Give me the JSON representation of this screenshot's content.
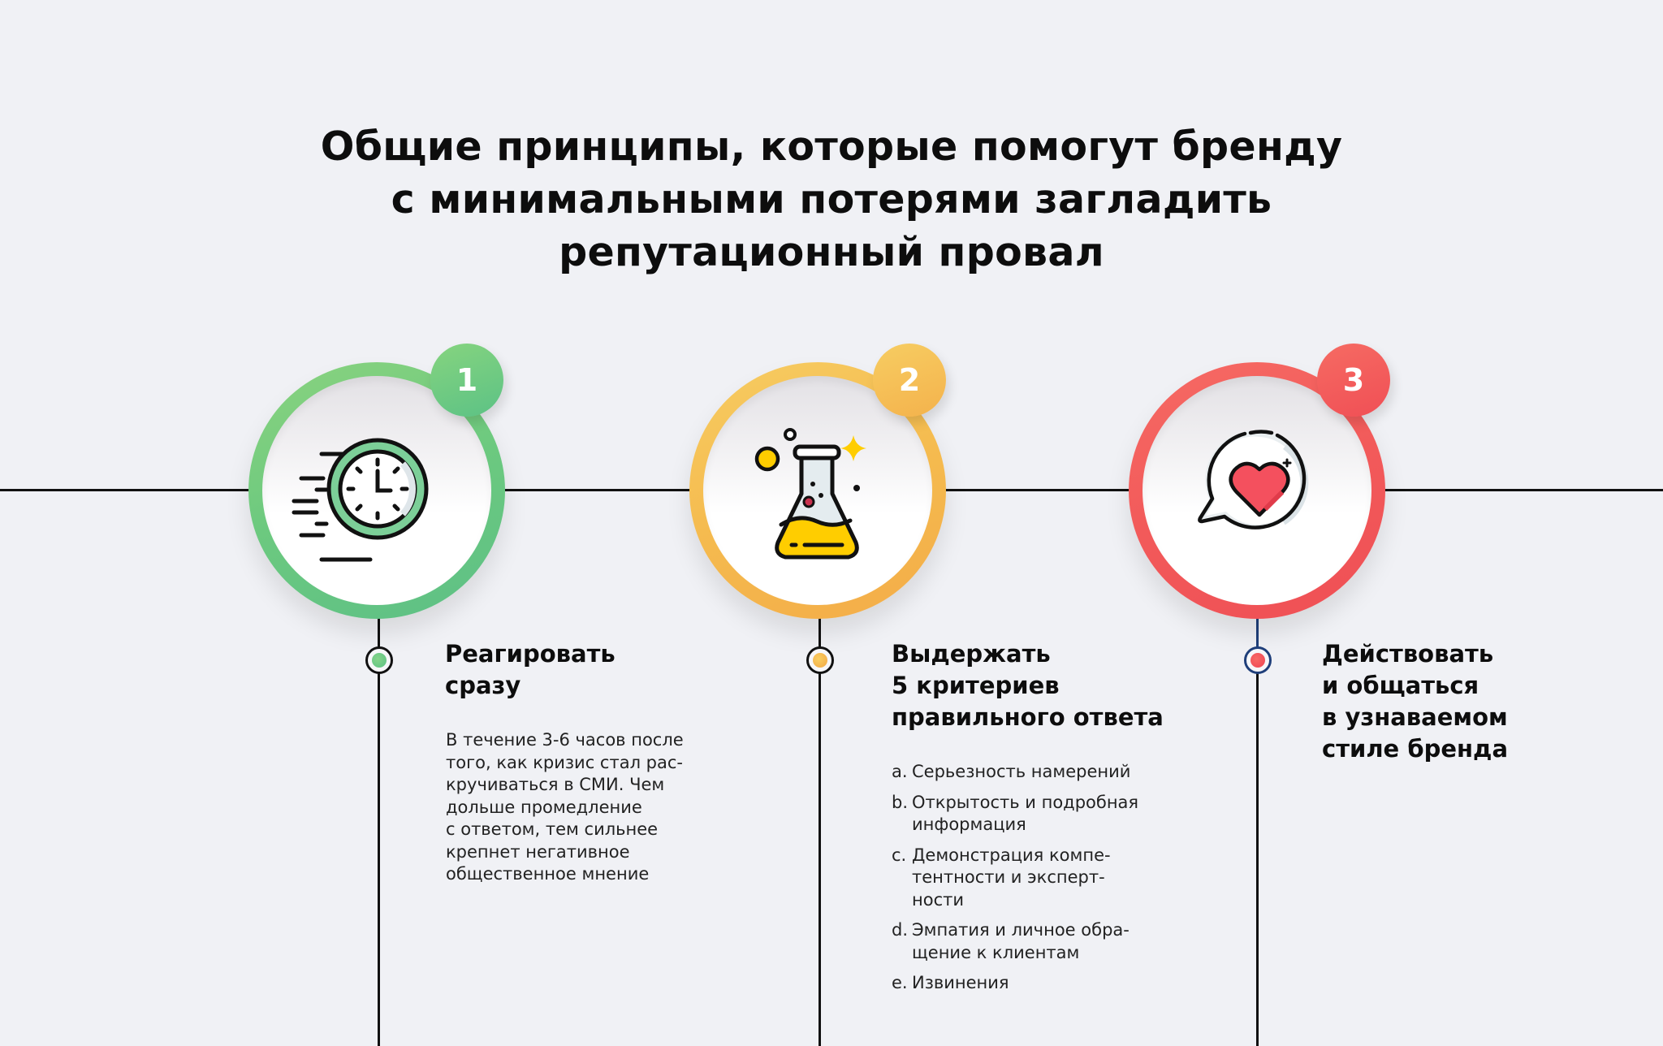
{
  "title": {
    "lines": [
      "Общие принципы, которые помогут бренду",
      "с минимальными потерями загладить",
      "репутационный провал"
    ]
  },
  "colors": {
    "background": "#f0f1f5",
    "green": "#6cc97f",
    "yellow": "#f5bb4f",
    "red": "#f25a5a",
    "navy": "#1f3f7a",
    "line": "#111111"
  },
  "steps": [
    {
      "number": "1",
      "icon": "fast-clock-icon",
      "color": "#6cc97f",
      "heading": [
        "Реагировать",
        "сразу"
      ],
      "body": [
        "В течение 3-6 часов после",
        "того, как кризис стал рас-",
        "кручиваться в СМИ. Чем",
        "дольше промедление",
        "с ответом, тем сильнее",
        "крепнет негативное",
        "общественное мнение"
      ]
    },
    {
      "number": "2",
      "icon": "flask-icon",
      "color": "#f5bb4f",
      "heading": [
        "Выдержать",
        "5 критериев",
        "правильного ответа"
      ],
      "criteria": [
        {
          "marker": "a.",
          "lines": [
            "Серьезность намерений"
          ]
        },
        {
          "marker": "b.",
          "lines": [
            "Открытость и подробная",
            "информация"
          ]
        },
        {
          "marker": "c.",
          "lines": [
            "Демонстрация компе-",
            "тентности и эксперт-",
            "ности"
          ]
        },
        {
          "marker": "d.",
          "lines": [
            "Эмпатия и личное обра-",
            "щение к клиентам"
          ]
        },
        {
          "marker": "e.",
          "lines": [
            "Извинения"
          ]
        }
      ]
    },
    {
      "number": "3",
      "icon": "heart-chat-icon",
      "color": "#f25a5a",
      "heading": [
        "Действовать",
        "и общаться",
        "в узнаваемом",
        "стиле бренда"
      ]
    }
  ]
}
